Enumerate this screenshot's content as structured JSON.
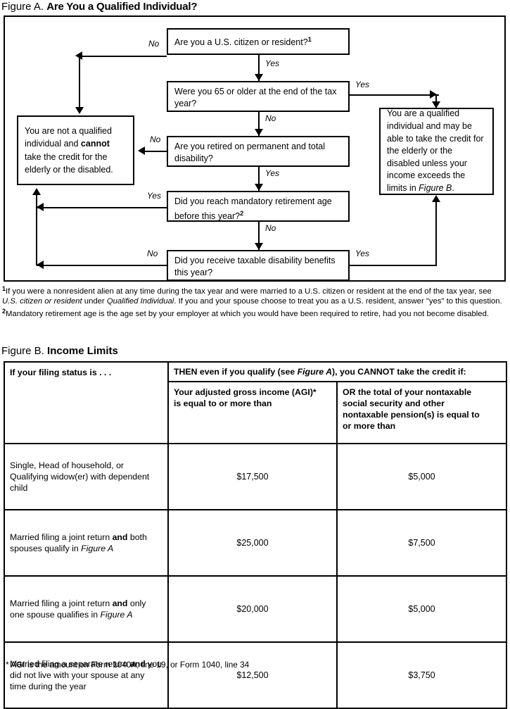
{
  "figure_a": {
    "heading_lead": "Figure A.",
    "heading_title": "Are You a Qualified Individual?",
    "boxes": {
      "citizen": "Are you a U.S. citizen or resident?",
      "citizen_footnote_marker": "1",
      "age65": "Were you 65 or older at the end of the tax year?",
      "retired": "Are you retired on permanent and total disability?",
      "mandatory": "Did you reach mandatory retirement age before this year?",
      "mandatory_footnote_marker": "2",
      "benefits": "Did you receive taxable disability benefits this year?",
      "not_qualified_1": "You are not a qualified individual and ",
      "not_qualified_bold": "cannot",
      "not_qualified_2": " take the credit for the elderly or the disabled.",
      "qualified_1": "You are a qualified individual and may be able to take the credit for the elderly or the disabled unless your income exceeds the limits in ",
      "qualified_figure_ref": "Figure B",
      "qualified_2": "."
    },
    "edge_labels": {
      "citizen_no": "No",
      "citizen_yes": "Yes",
      "age65_yes": "Yes",
      "age65_no": "No",
      "retired_no": "No",
      "retired_yes": "Yes",
      "mandatory_yes": "Yes",
      "mandatory_no": "No",
      "benefits_no": "No",
      "benefits_yes": "Yes"
    },
    "footnotes": {
      "one_marker": "1",
      "one_a": "If you were a nonresident alien at any time during the tax year and were married to a U.S. citizen or resident at the end of the tax year, see ",
      "one_italic_1": "U.S. citizen or resident",
      "one_b": " under ",
      "one_italic_2": "Qualified Individual",
      "one_c": ". If you and your spouse choose to treat you as a U.S. resident, answer \"yes\" to this question.",
      "two_marker": "2",
      "two_text": "Mandatory retirement age is the age set by your employer at which you would have been required to retire, had you not become disabled."
    }
  },
  "figure_b": {
    "heading_lead": "Figure B.",
    "heading_title": "Income Limits",
    "header": {
      "status_label": "If your filing status is . . .",
      "then_prefix": "THEN even if you qualify (see ",
      "then_figure_ref": "Figure A",
      "then_suffix": "), you CANNOT take the credit if:",
      "col_agi_line1": "Your adjusted gross income (AGI)*",
      "col_agi_line2": "is equal to or more than",
      "col_other_line1": "OR the total of your nontaxable",
      "col_other_line2": "social security and other",
      "col_other_line3": "nontaxable pension(s) is equal to",
      "col_other_line4": "or more than"
    },
    "rows": [
      {
        "status_plain_1": "Single, Head of household, or Qualifying widow(er) with dependent child",
        "status_bold": "",
        "status_plain_2": "",
        "status_italic": "",
        "agi": "$17,500",
        "other": "$5,000"
      },
      {
        "status_plain_1": "Married filing a joint return ",
        "status_bold": "and",
        "status_plain_2": " both spouses qualify in ",
        "status_italic": "Figure A",
        "agi": "$25,000",
        "other": "$7,500"
      },
      {
        "status_plain_1": "Married filing a joint return ",
        "status_bold": "and",
        "status_plain_2": " only one spouse qualifies in ",
        "status_italic": "Figure A",
        "agi": "$20,000",
        "other": "$5,000"
      },
      {
        "status_plain_1": "Married filing a separate return ",
        "status_bold": "and",
        "status_plain_2": " you did not live with your spouse at any time during the year",
        "status_italic": "",
        "agi": "$12,500",
        "other": "$3,750"
      }
    ],
    "footnote": "* AGI is the amount on Form 1040A, line 19, or Form 1040, line 34"
  }
}
